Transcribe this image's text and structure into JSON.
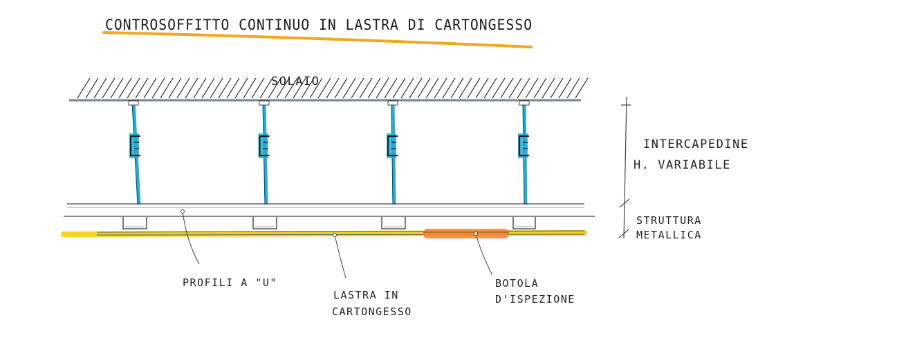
{
  "title": "CONTROSOFFITTO CONTINUO IN LASTRA DI CARTONGESSO",
  "labels": {
    "solaio": "SOLAIO",
    "intercapedine_line1": "INTERCAPEDINE",
    "intercapedine_line2": "H. VARIABILE",
    "struttura_line1": "STRUTTURA",
    "struttura_line2": "METALLICA",
    "profili": "PROFILI A \"U\"",
    "lastra_line1": "LASTRA IN",
    "lastra_line2": "CARTONGESSO",
    "botola_line1": "BOTOLA",
    "botola_line2": "D'ISPEZIONE"
  },
  "colors": {
    "title_underline": "#f0a81c",
    "hanger_rod": "#1fb0d8",
    "plasterboard": "#f5d31e",
    "inspection_hatch": "#f08a3c",
    "slab_line": "#a9bcc9",
    "ink": "#2a2a2a"
  }
}
